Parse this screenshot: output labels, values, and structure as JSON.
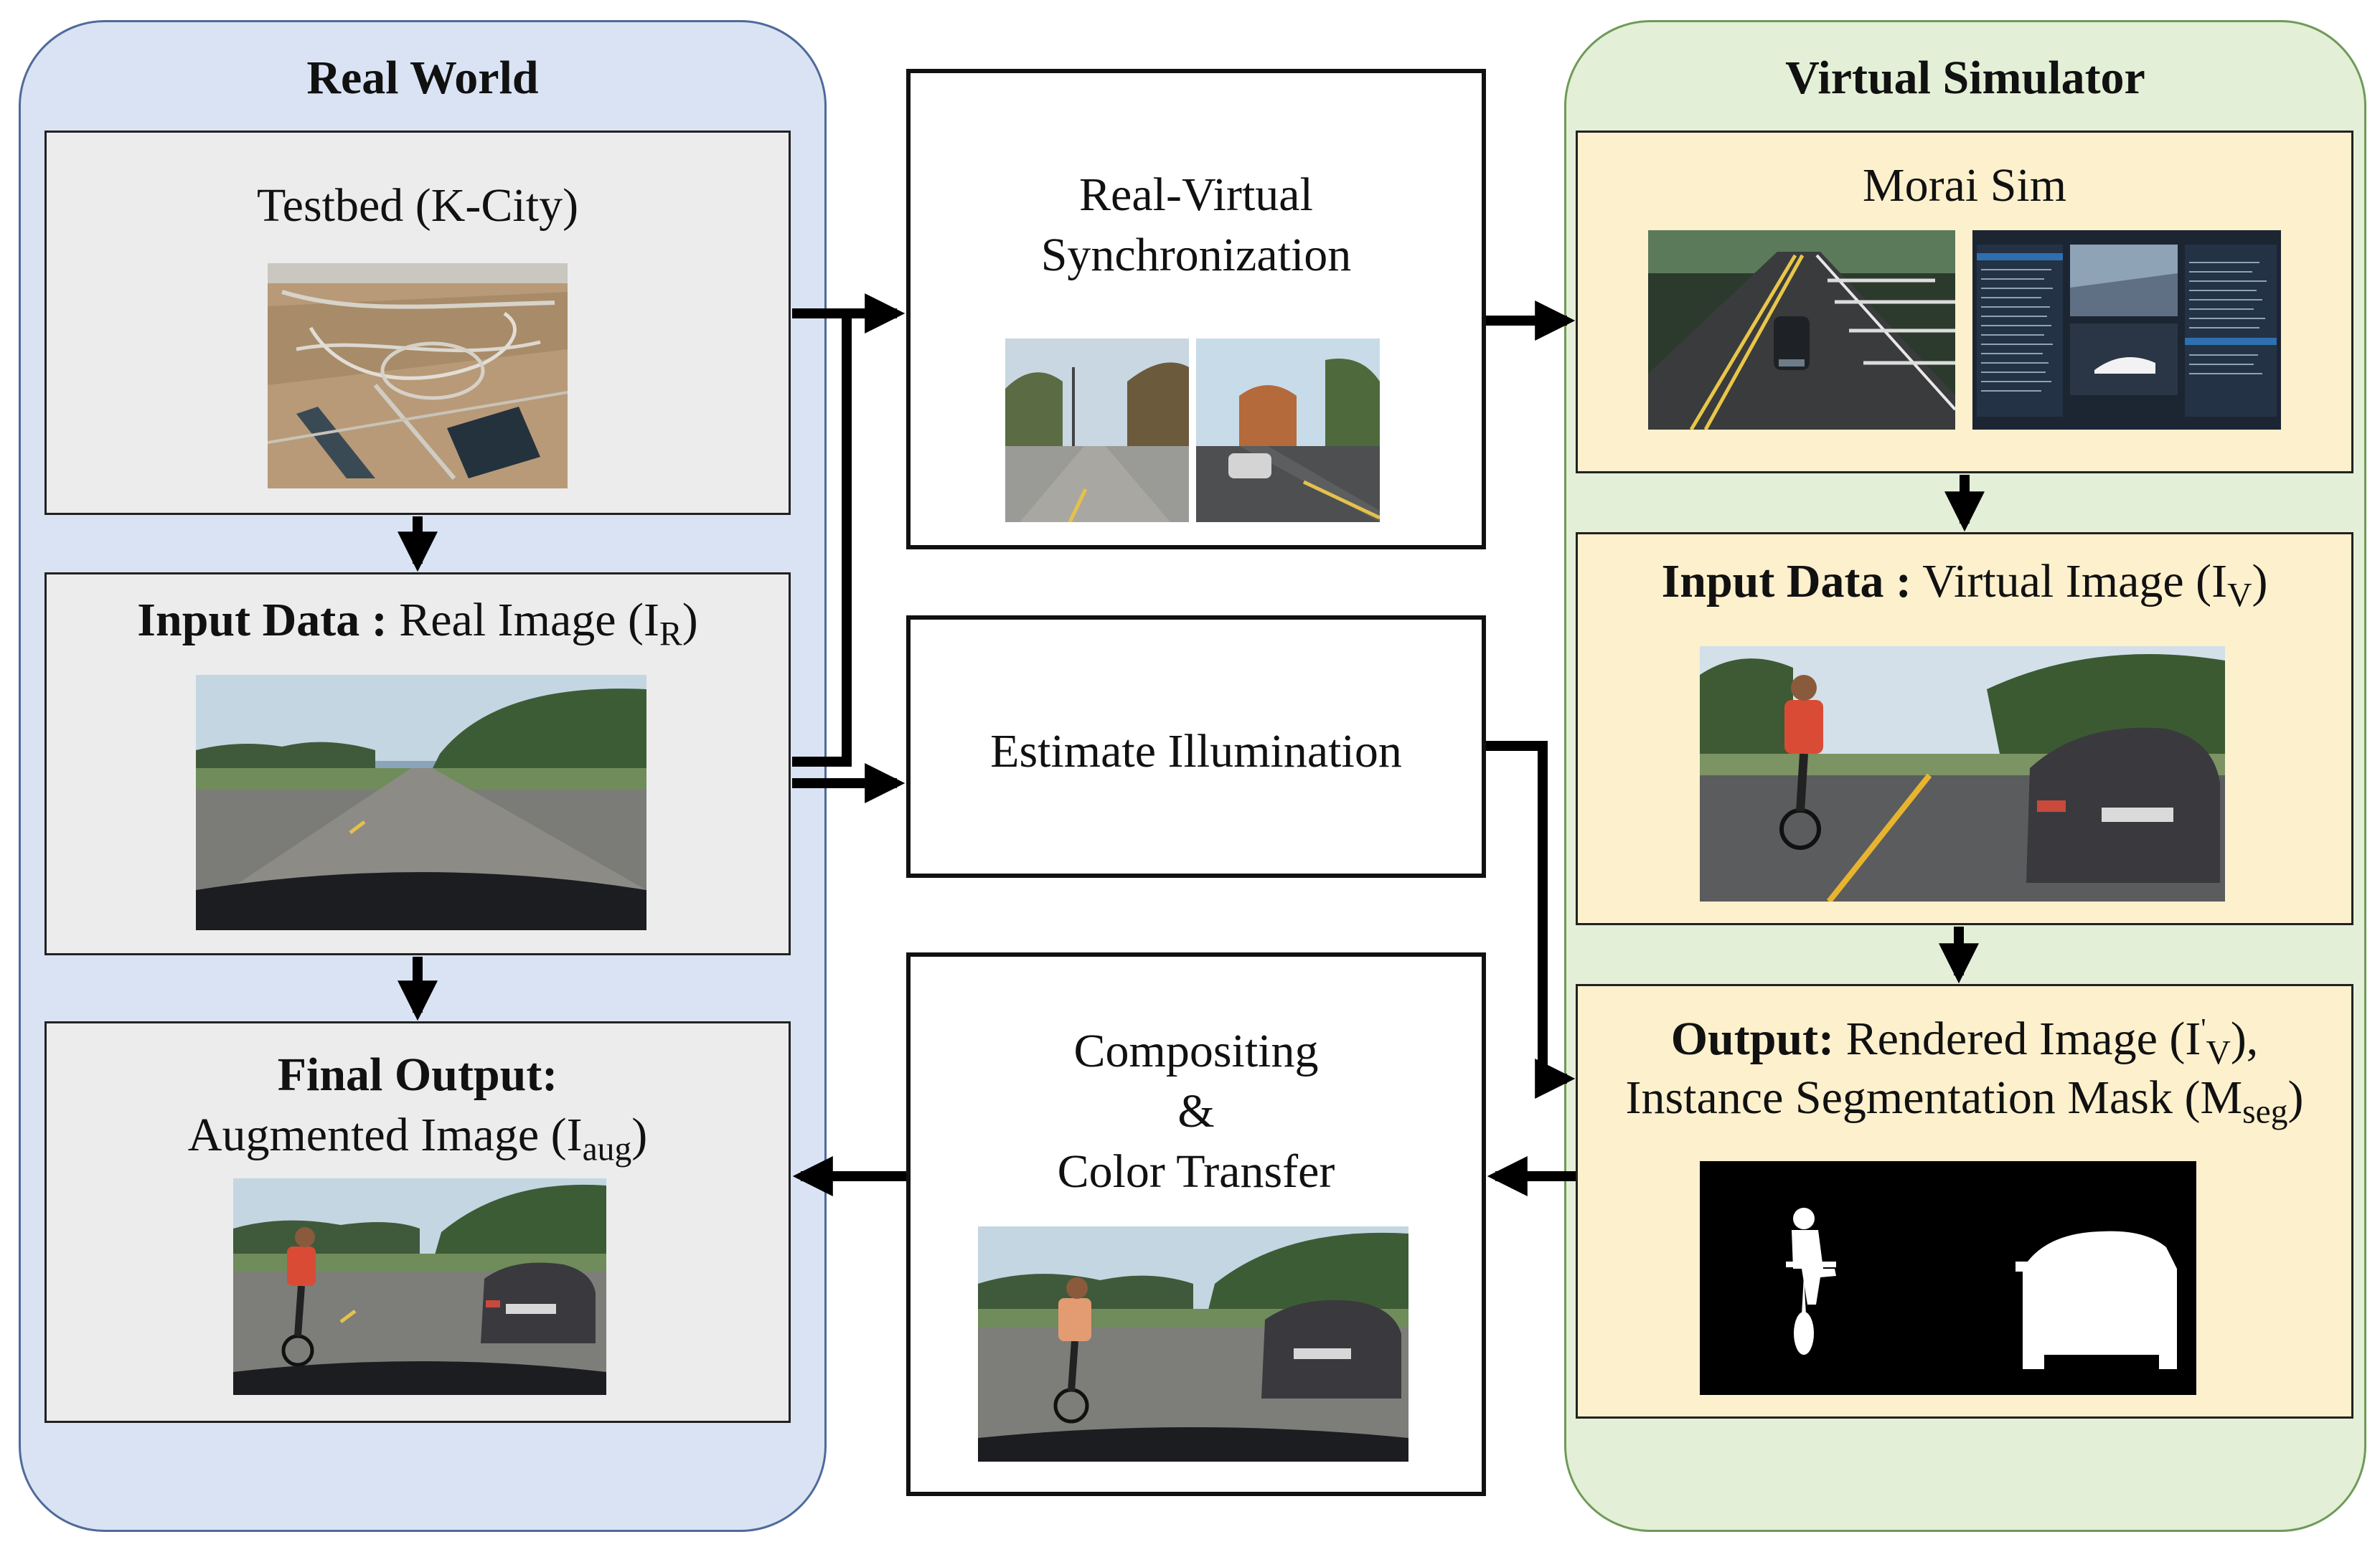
{
  "panels": {
    "real_world": {
      "title": "Real World",
      "testbed": {
        "label": "Testbed (K-City)"
      },
      "input": {
        "bold": "Input Data :",
        "text": "Real Image (I",
        "sub": "R",
        "close": ")"
      },
      "output": {
        "bold": "Final Output:",
        "text": "Augmented Image (I",
        "sub": "aug",
        "close": ")"
      }
    },
    "virtual_simulator": {
      "title": "Virtual Simulator",
      "sim": {
        "label": "Morai Sim"
      },
      "input": {
        "bold": "Input Data :",
        "text": "Virtual Image (I",
        "sub": "V",
        "close": ")"
      },
      "output": {
        "bold": "Output:",
        "text1": "Rendered Image (I",
        "sup1": "'",
        "sub1": "V",
        "close1": "),",
        "text2": "Instance Segmentation Mask (M",
        "sub2": "seg",
        "close2": ")"
      }
    }
  },
  "center": {
    "sync": {
      "line1": "Real-Virtual",
      "line2": "Synchronization"
    },
    "illum": {
      "label": "Estimate Illumination"
    },
    "compose": {
      "line1": "Compositing",
      "line2": "&",
      "line3": "Color Transfer"
    }
  },
  "colors": {
    "real_panel": "#d9e3f3",
    "virtual_panel": "#e3efd7",
    "real_box": "#ececec",
    "virtual_box": "#fdf0cd",
    "arrow": "#000000"
  }
}
